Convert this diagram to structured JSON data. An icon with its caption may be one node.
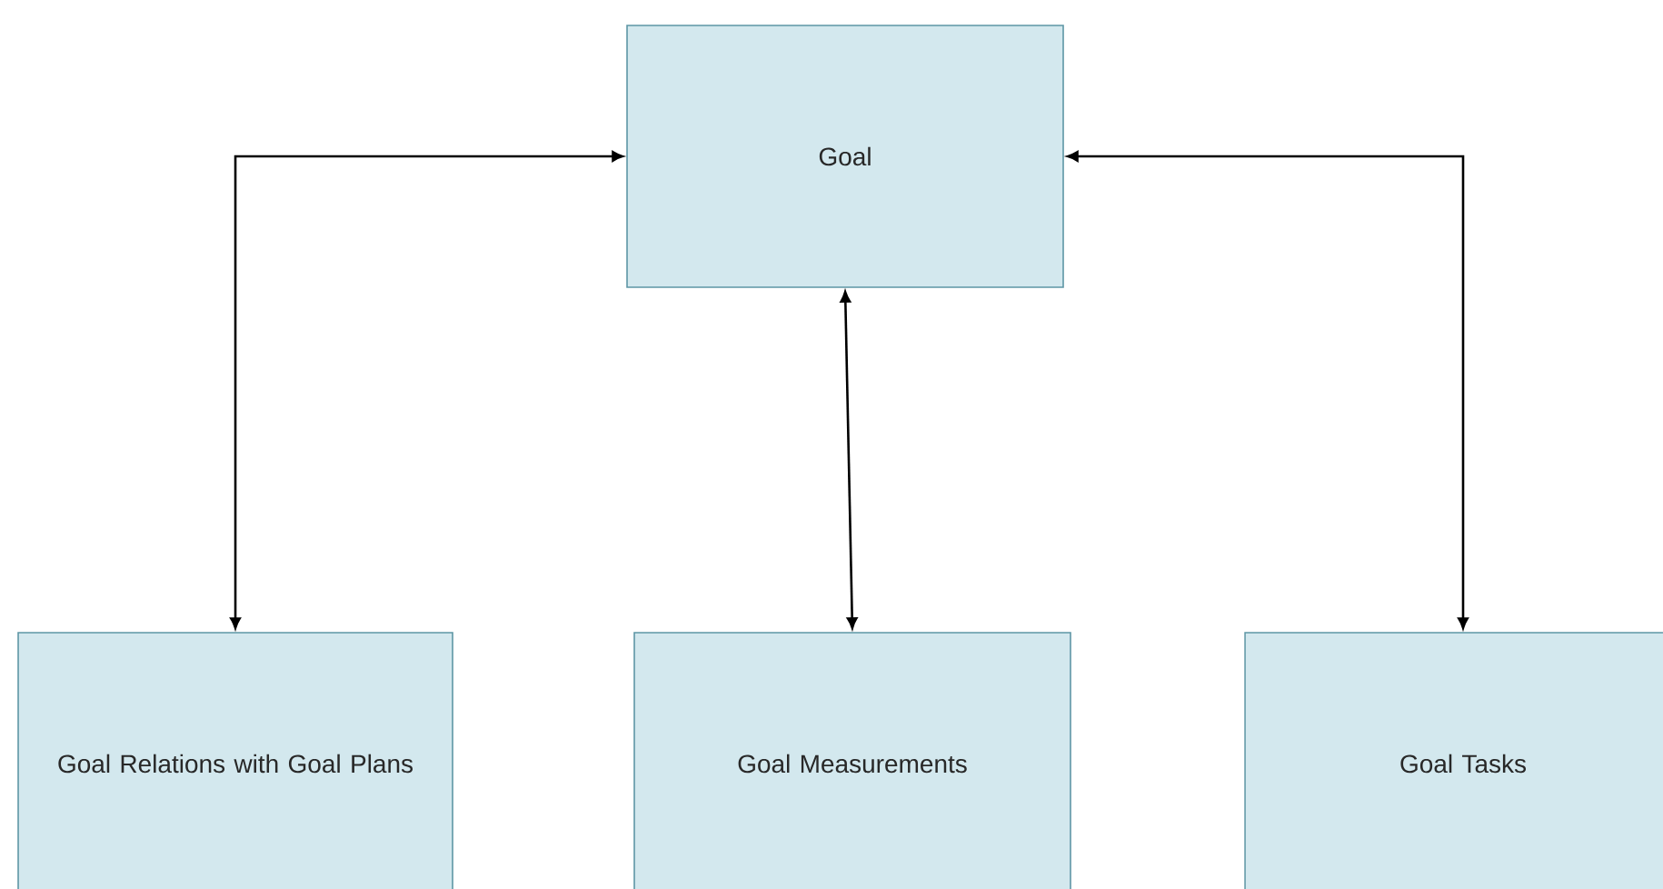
{
  "diagram": {
    "nodes": [
      {
        "text": [
          "Goal"
        ]
      },
      {
        "text": [
          "Goal Relations with Goal Plans"
        ]
      },
      {
        "text": [
          "Goal Measurements"
        ]
      },
      {
        "text": [
          "Goal Tasks"
        ]
      }
    ],
    "edges": [
      {
        "from": 0,
        "to": 1,
        "arrow": "both"
      },
      {
        "from": 0,
        "to": 2,
        "arrow": "both"
      },
      {
        "from": 0,
        "to": 3,
        "arrow": "both"
      }
    ]
  }
}
